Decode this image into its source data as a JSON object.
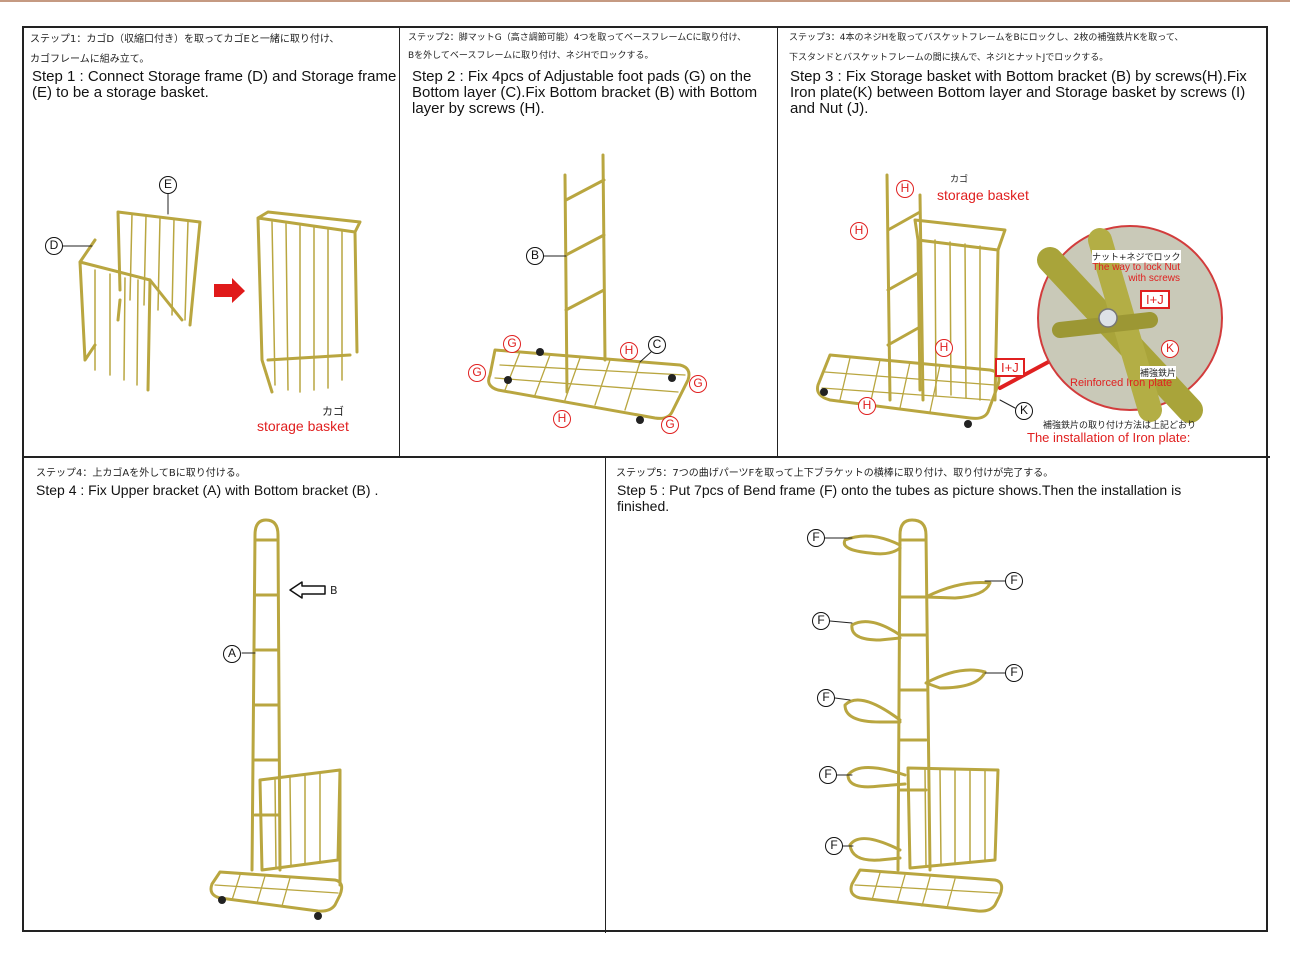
{
  "colors": {
    "frame_gold": "#b9a640",
    "accent_red": "#e02020",
    "border": "#222222"
  },
  "step1": {
    "jp_line1": "ステップ1：カゴD（収縮口付き）を取ってカゴEと一緒に取り付け、",
    "jp_line2": "カゴフレームに組み立て。",
    "en": "Step 1 : Connect Storage frame (D) and Storage frame (E) to be a storage basket.",
    "labels": {
      "d": "D",
      "e": "E"
    },
    "caption_jp": "カゴ",
    "caption_en": "storage basket"
  },
  "step2": {
    "jp_line1": "ステップ2：脚マットG（高さ調節可能）4つを取ってベースフレームCに取り付け、",
    "jp_line2": "Bを外してベースフレームに取り付け、ネジHでロックする。",
    "en": "Step 2 : Fix 4pcs of Adjustable foot pads (G) on the Bottom layer (C).Fix Bottom bracket (B) with Bottom layer by screws (H).",
    "labels": {
      "b": "B",
      "c": "C",
      "g": "G",
      "h": "H"
    }
  },
  "step3": {
    "jp_line1": "ステップ3：4本のネジHを取ってバスケットフレームをBにロックし、2枚の補強鉄片Kを取って、",
    "jp_line2": "下スタンドとバスケットフレームの間に挟んで、ネジIとナットJでロックする。",
    "en": "Step 3 : Fix Storage basket with Bottom bracket (B) by screws(H).Fix Iron plate(K) between Bottom layer and Storage basket by screws (I) and Nut (J).",
    "labels": {
      "h": "H",
      "k": "K",
      "ij": "I+J"
    },
    "caption_jp": "カゴ",
    "caption_en": "storage basket",
    "detail": {
      "lock_jp": "ナット+ネジでロック",
      "lock_en": "The way to lock Nut with screws",
      "plate_jp": "補強鉄片",
      "plate_en": "Reinforced Iron plate",
      "install_jp": "補強鉄片の取り付け方法は上記どおり",
      "install_en": "The installation of Iron plate:"
    }
  },
  "step4": {
    "jp": "ステップ4：上カゴAを外してBに取り付ける。",
    "en": "Step 4 : Fix Upper bracket (A) with Bottom bracket (B) .",
    "labels": {
      "a": "A",
      "b": "B"
    }
  },
  "step5": {
    "jp": "ステップ5：7つの曲げパーツFを取って上下ブラケットの横棒に取り付け、取り付けが完了する。",
    "en": "Step 5 : Put 7pcs of Bend frame (F) onto the tubes as picture shows.Then the installation is finished.",
    "labels": {
      "f": "F"
    }
  }
}
